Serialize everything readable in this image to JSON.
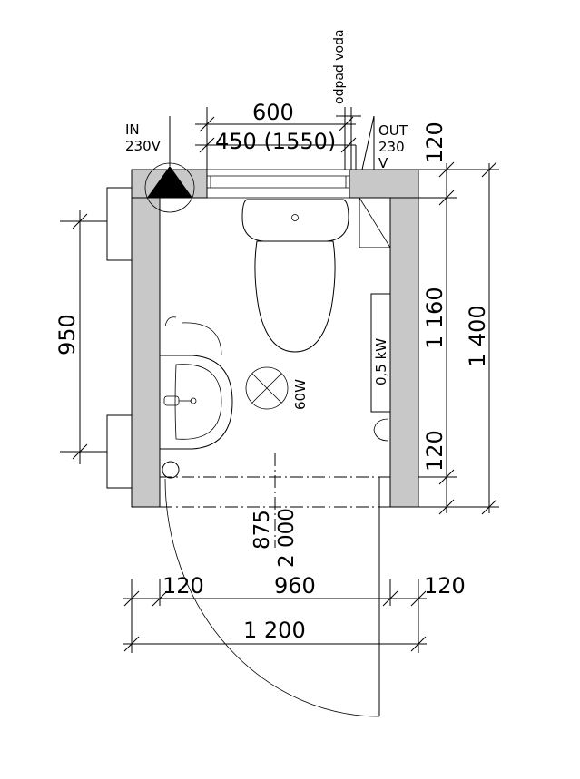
{
  "labels": {
    "odpad": "odpad voda",
    "in_line1": "IN",
    "in_line2": "230V",
    "out_line1": "OUT",
    "out_line2": "230",
    "out_line3": "V",
    "heater": "0,5 kW",
    "lamp": "60W"
  },
  "dimensions": {
    "top_600": "600",
    "top_450": "450 (1550)",
    "right_120_top": "120",
    "right_1160": "1 160",
    "right_120_bottom": "120",
    "right_1400": "1 400",
    "left_950": "950",
    "door_875": "875",
    "door_2000": "2 000",
    "bottom_120_left": "120",
    "bottom_960": "960",
    "bottom_120_right": "120",
    "bottom_1200": "1 200"
  },
  "colors": {
    "wall": "#c8c8c8",
    "line": "#000000",
    "background": "#ffffff"
  }
}
